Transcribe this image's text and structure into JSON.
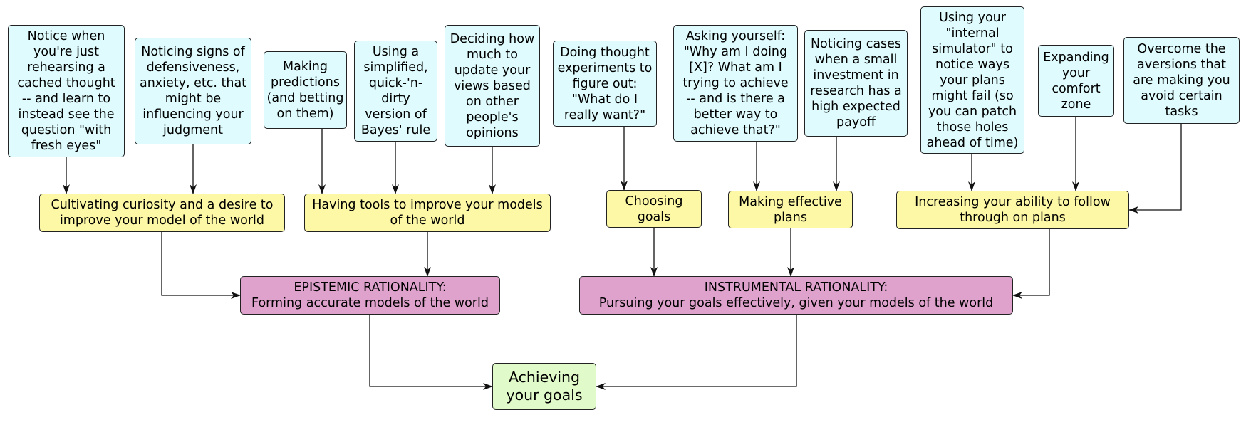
{
  "nodes": {
    "fresh_eyes": "Notice when\nyou're just\nrehearsing a\ncached thought\n-- and learn to\ninstead see the\nquestion \"with\nfresh eyes\"",
    "defensiveness": "Noticing signs of\ndefensiveness,\nanxiety, etc. that\nmight be\ninfluencing your\njudgment",
    "predictions": "Making\npredictions\n(and betting\non them)",
    "bayes": "Using a\nsimplified,\nquick-'n-\ndirty\nversion of\nBayes' rule",
    "update_views": "Deciding how\nmuch to\nupdate your\nviews based\non other\npeople's\nopinions",
    "thought_experiments": "Doing thought\nexperiments to\nfigure out:\n\"What do I\nreally want?\"",
    "asking_yourself": "Asking yourself:\n\"Why am I doing\n[X]? What am I\ntrying to achieve\n-- and is there a\nbetter way to\nachieve that?\"",
    "small_investment": "Noticing cases\nwhen a small\ninvestment in\nresearch has a\nhigh expected\npayoff",
    "internal_simulator": "Using your\n\"internal\nsimulator\" to\nnotice ways\nyour plans\nmight fail (so\nyou can patch\nthose holes\nahead of time)",
    "comfort_zone": "Expanding\nyour\ncomfort\nzone",
    "aversions": "Overcome the\naversions that\nare making you\navoid certain\ntasks",
    "curiosity": "Cultivating curiosity and a desire to\nimprove your model of the world",
    "tools": "Having tools to improve your models\nof the world",
    "choosing_goals": "Choosing\ngoals",
    "effective_plans": "Making effective\nplans",
    "follow_through": "Increasing your ability to follow\nthrough on plans",
    "epistemic": "EPISTEMIC RATIONALITY:\nForming accurate models of the world",
    "instrumental": "INSTRUMENTAL RATIONALITY:\nPursuing your goals effectively, given your models of the world",
    "achieving": "Achieving\nyour goals"
  }
}
